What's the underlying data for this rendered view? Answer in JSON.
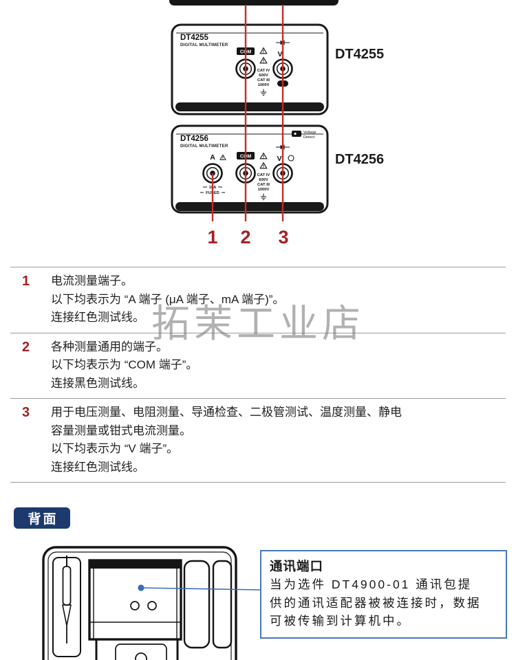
{
  "watermark": "拓茉工业店",
  "meters": {
    "dt4255": {
      "model": "DT4255",
      "type_label": "DIGITAL MULTIMETER",
      "side_label": "DT4255",
      "com_terminal": "COM",
      "v_terminal": "V",
      "ratings": [
        "CAT IV",
        "600V",
        "CAT III",
        "1000V"
      ]
    },
    "dt4256": {
      "model": "DT4256",
      "type_label": "DIGITAL MULTIMETER",
      "side_label": "DT4256",
      "a_terminal": "A",
      "com_terminal": "COM",
      "v_terminal": "V",
      "ratings": [
        "CAT IV",
        "600V",
        "CAT III",
        "1000V"
      ],
      "fuse_rating": "10A",
      "fuse_text": "FUSED",
      "voltage_detect_1": "Voltage",
      "voltage_detect_2": "Detect"
    },
    "callout_numbers": [
      "1",
      "2",
      "3"
    ]
  },
  "terminal_table": {
    "rows": [
      {
        "num": "1",
        "lines": [
          "电流测量端子。",
          "以下均表示为 “A 端子 (μA 端子、mA 端子)”。",
          "连接红色测试线。"
        ]
      },
      {
        "num": "2",
        "lines": [
          "各种测量通用的端子。",
          "以下均表示为 “COM 端子”。",
          "连接黑色测试线。"
        ]
      },
      {
        "num": "3",
        "lines": [
          "用于电压测量、电阻测量、导通检查、二极管测试、温度测量、静电",
          "容量测量或钳式电流测量。",
          "以下均表示为 “V 端子”。",
          "连接红色测试线。"
        ]
      }
    ]
  },
  "back_section": {
    "badge": "背面",
    "callout": {
      "title": "通讯端口",
      "lines": [
        "当为选件 DT4900-01 通讯包提",
        "供的通讯适配器被被连接时，数据",
        "可被传输到计算机中。"
      ]
    }
  }
}
